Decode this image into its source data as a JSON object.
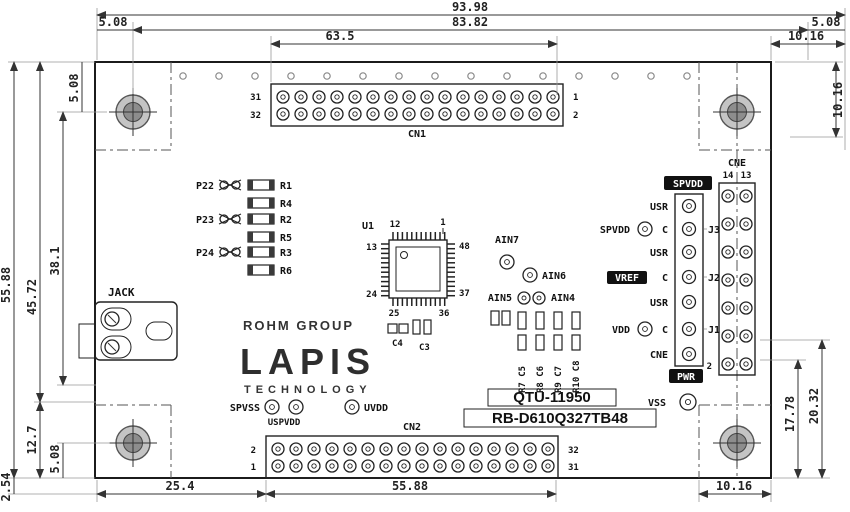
{
  "drawing": {
    "board_name_line1": "QTU-11950",
    "board_name_line2": "RB-D610Q327TB48",
    "logo": {
      "group": "ROHM GROUP",
      "brand": "LAPIS",
      "sub": "TECHNOLOGY"
    }
  },
  "dims": {
    "top_total": "93.98",
    "top_inner": "83.82",
    "top_cn1": "63.5",
    "top_left_offset": "5.08",
    "top_right_offset": "5.08",
    "top_right_inner": "10.16",
    "right_top_v": "10.16",
    "right_b1": "17.78",
    "right_b2": "20.32",
    "left_total": "55.88",
    "left_inner1": "45.72",
    "left_inner2": "38.1",
    "left_top_offset": "5.08",
    "left_b1": "12.7",
    "left_b2": "5.08",
    "left_b3": "2.54",
    "bottom_1": "25.4",
    "bottom_2": "55.88",
    "bottom_3": "10.16"
  },
  "cn1": {
    "label": "CN1",
    "tl": "31",
    "bl": "32",
    "tr": "1",
    "br": "2"
  },
  "cn2": {
    "label": "CN2",
    "tl": "2",
    "bl": "1",
    "tr": "32",
    "br": "31"
  },
  "cne": {
    "label": "CNE",
    "tl": "14",
    "tr": "13",
    "bl": "2"
  },
  "jack": {
    "label": "JACK"
  },
  "u1": {
    "ref": "U1",
    "p1": "1",
    "p12": "12",
    "p13": "13",
    "p24": "24",
    "p25": "25",
    "p36": "36",
    "p37": "37",
    "p48": "48"
  },
  "left_parts": {
    "p22": "P22",
    "p23": "P23",
    "p24": "P24",
    "r1": "R1",
    "r2": "R2",
    "r3": "R3",
    "r4": "R4",
    "r5": "R5",
    "r6": "R6"
  },
  "analog": {
    "ain7": "AIN7",
    "ain6": "AIN6",
    "ain5": "AIN5",
    "ain4": "AIN4"
  },
  "caps": {
    "c4": "C4",
    "c3": "C3"
  },
  "rc_array": [
    "R7 C5",
    "R8 C6",
    "R9 C7",
    "R10 C8"
  ],
  "jcol": {
    "boxed_top": "SPVDD",
    "rows": [
      "USR",
      "C",
      "USR",
      "C",
      "USR",
      "C",
      "CNE"
    ],
    "spvdd": "SPVDD",
    "vref": "VREF",
    "vdd": "VDD",
    "j3": "J3",
    "j2": "J2",
    "j1": "J1",
    "pwr": "PWR",
    "vss": "VSS"
  },
  "bottom_tp": {
    "spvss": "SPVSS",
    "uspvdd": "USPVDD",
    "uvdd": "UVDD"
  }
}
